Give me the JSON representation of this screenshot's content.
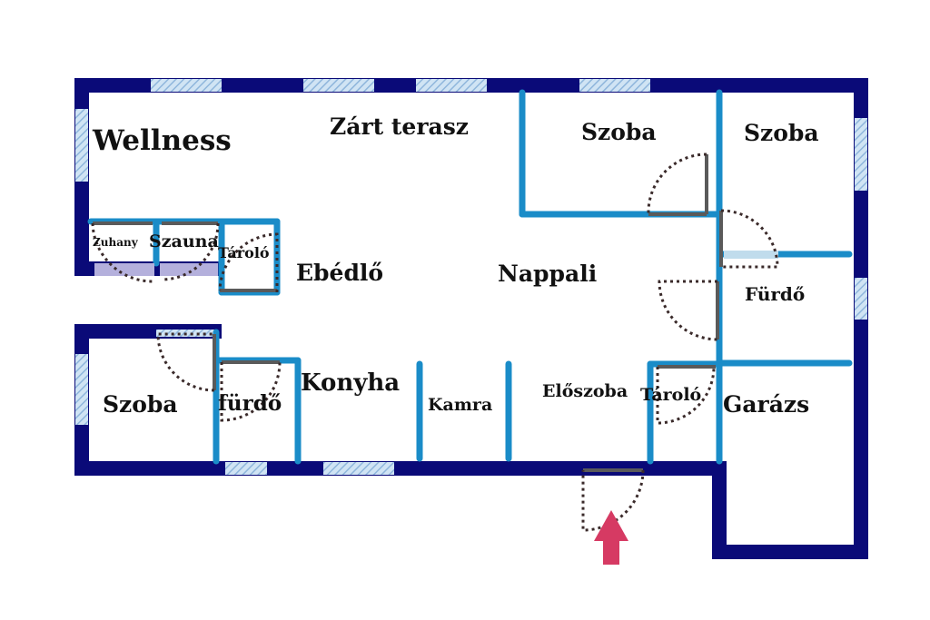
{
  "colors": {
    "outer_wall": "#0a0a78",
    "inner_wall": "#1a8cc8",
    "window": "#a8c8e8",
    "door_leaf": "#5a5a5a",
    "door_swing": "#3a2a2a",
    "entrance_arrow": "#d63a63",
    "shower_tray": "#b4b0dc"
  },
  "rooms": {
    "wellness": "Wellness",
    "zart_terasz": "Zárt terasz",
    "szoba_top_middle": "Szoba",
    "szoba_top_right": "Szoba",
    "zuhany": "Zuhany",
    "szauna": "Szauna",
    "tarolo_left": "Tároló",
    "ebedlo": "Ebédlő",
    "nappali": "Nappali",
    "furdo_right": "Fürdő",
    "szoba_bottom_left": "Szoba",
    "furdo_left": "fürdő",
    "konyha": "Konyha",
    "kamra": "Kamra",
    "eloszoba": "Előszoba",
    "tarolo_right": "Tároló",
    "garazs": "Garázs"
  },
  "icons": {
    "entrance": "arrow-up-icon"
  }
}
